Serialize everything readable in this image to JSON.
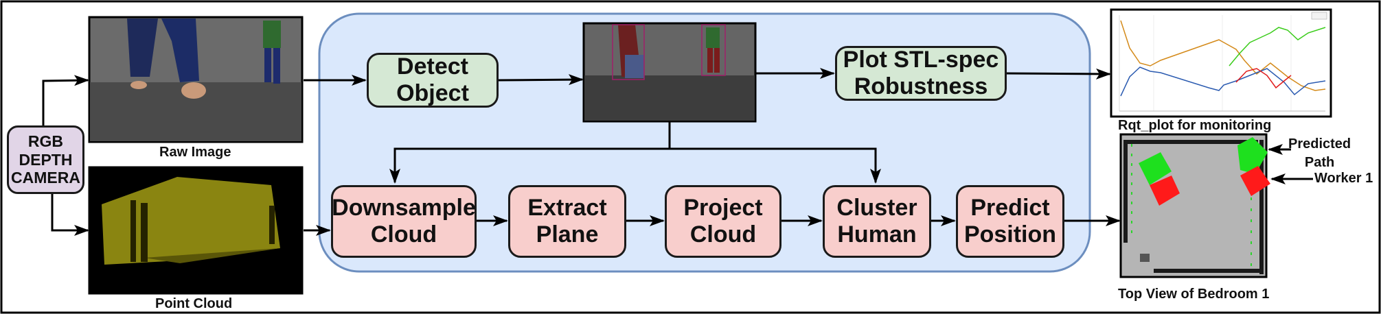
{
  "camera": {
    "label": "RGB\nDEPTH\nCAMERA"
  },
  "images": {
    "raw_image": "Raw Image",
    "point_cloud": "Point Cloud",
    "rqt_plot": "Rqt_plot for monitoring",
    "top_view": "Top View of  Bedroom 1"
  },
  "process": {
    "detect_object": "Detect\nObject",
    "plot_stl": "Plot STL-spec\nRobustness",
    "downsample_cloud": "Downsample\nCloud",
    "extract_plane": "Extract\nPlane",
    "project_cloud": "Project\nCloud",
    "cluster_human": "Cluster\nHuman",
    "predict_position": "Predict\nPosition"
  },
  "map_labels": {
    "predicted_path": "Predicted\nPath",
    "worker": "Worker 1"
  },
  "colors": {
    "pipeline_bg": "#dae8fc",
    "pipeline_border": "#6c8ebf",
    "green_box": "#d5e8d4",
    "pink_box": "#f8cecc",
    "camera_box": "#e1d5e7"
  }
}
